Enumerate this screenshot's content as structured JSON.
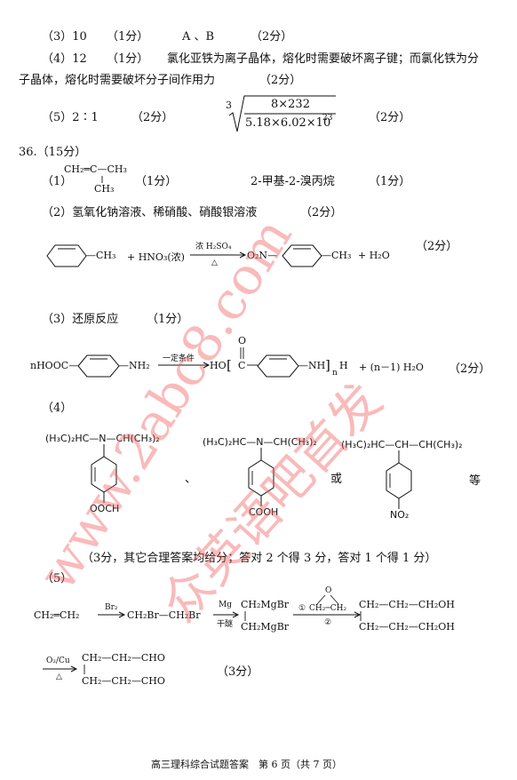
{
  "q35": {
    "l3": {
      "num": "（3）10",
      "score1": "（1分）",
      "ans": "A 、B",
      "score2": "（2分）"
    },
    "l4": {
      "num": "（4）12",
      "score1": "（1分）",
      "text1": "氯化亚铁为离子晶体，熔化时需要破坏离子键；而氯化铁为分",
      "text2": "子晶体，熔化时需要破坏分子间作用力",
      "score2": "（2分）"
    },
    "l5": {
      "num": "（5）2∶1",
      "score1": "（2分）",
      "root_index": "3",
      "numerator": "8×232",
      "denominator": "5.18×6.02×10",
      "exp": "23",
      "score2": "（2分）"
    }
  },
  "q36": {
    "header": "36.（15分）",
    "p1": {
      "num": "（1）",
      "alkene_top": "CH₂═C—CH₃",
      "alkene_branch": "CH₃",
      "score1": "（1分）",
      "name": "2-甲基-2-溴丙烷",
      "score2": "（1分）"
    },
    "p2": {
      "text": "（2）氢氧化钠溶液、稀硝酸、硝酸银溶液",
      "score": "（2分）"
    },
    "eq1": {
      "ch3": "—CH₃",
      "plus1": "+ HNO₃(浓)",
      "cond_top": "浓 H₂SO₄",
      "cond_bottom": "△",
      "o2n": "O₂N—",
      "ch3b": "—CH₃",
      "plus2": "+ H₂O",
      "score": "（2分）"
    },
    "p3": {
      "text": "（3）还原反应",
      "score": "（1分）"
    },
    "eq2": {
      "left": "nHOOC—",
      "nh2": "—NH₂",
      "cond": "一定条件",
      "ho": "HO",
      "bracket_l": "[",
      "o": "O",
      "c": "C",
      "nh": "—NH",
      "bracket_r": "]",
      "n": "n",
      "h": "H",
      "water": "+ (n－1) H₂O",
      "score": "（2分）"
    },
    "p4": {
      "num": "（4）",
      "s1_top": "(H₃C)₂HC—N—CH(CH₃)₂",
      "s1_bottom": "OOCH",
      "s2_top": "(H₃C)₂HC—N—CH(CH₃)₂",
      "s2_bottom": "COOH",
      "s3_top": "(H₃C)₂HC—CH—CH(CH₃)₂",
      "s3_bottom": "NO₂",
      "sep": "、",
      "or": "或",
      "etc": "等",
      "note": "（3分，其它合理答案均给分；答对 2 个得 3 分，答对 1 个得 1 分）"
    },
    "p5": {
      "num": "（5）",
      "ethylene": "CH₂═CH₂",
      "br2": "Br₂",
      "dibromo": "CH₂Br—CH₂Br",
      "mg": "Mg",
      "ether": "干醚",
      "grig1": "CH₂MgBr",
      "grig2": "CH₂MgBr",
      "step1": "①",
      "step2": "②",
      "epox": "CH₂─CH₂",
      "ox": "O",
      "diol1": "CH₂—CH₂—CH₂OH",
      "diol2": "CH₂—CH₂—CH₂OH",
      "cond": "O₂/Cu",
      "delta": "△",
      "ald1": "CH₂—CH₂—CHO",
      "ald2": "CH₂—CH₂—CHO",
      "score": "（3分）"
    }
  },
  "footer": "高三理科综合试题答案　第 6 页（共 7 页）",
  "watermark": {
    "url": "www.2abc8.com",
    "brand": "众英语吧首发"
  }
}
